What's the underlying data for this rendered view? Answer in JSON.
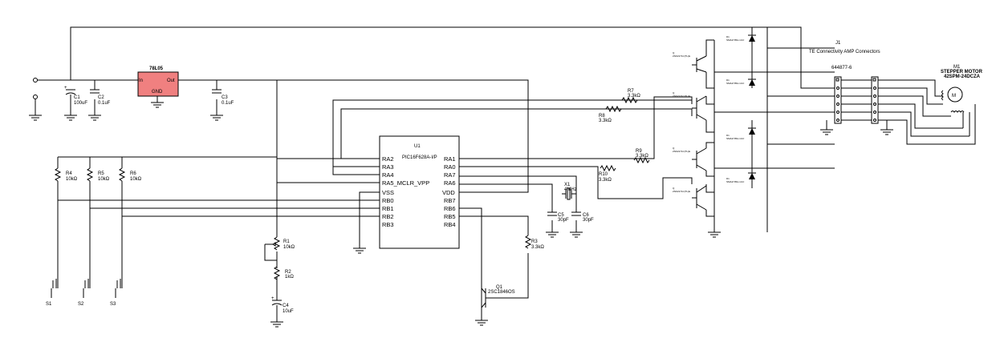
{
  "regulator": {
    "ref": "78L05",
    "in": "In",
    "out": "Out",
    "gnd": "GND",
    "fill": "#f08080"
  },
  "mcu": {
    "ref": "U1",
    "part": "PIC16F628A-I/P",
    "left_pins": [
      "RA2",
      "RA3",
      "RA4",
      "RA5_MCLR_VPP",
      "VSS",
      "RB0",
      "RB1",
      "RB2",
      "RB3"
    ],
    "right_pins": [
      "RA1",
      "RA0",
      "RA7",
      "RA6",
      "VDD",
      "RB7",
      "RB6",
      "RB5",
      "RB4"
    ]
  },
  "caps": {
    "C1": {
      "ref": "C1",
      "value": "100uF"
    },
    "C2": {
      "ref": "C2",
      "value": "0.1uF"
    },
    "C3": {
      "ref": "C3",
      "value": "0.1uF"
    },
    "C4": {
      "ref": "C4",
      "value": "10uF"
    },
    "C5": {
      "ref": "C5",
      "value": "30pF"
    },
    "C6": {
      "ref": "C6",
      "value": "30pF"
    }
  },
  "resistors": {
    "R1": {
      "ref": "R1",
      "value": "10kΩ"
    },
    "R2": {
      "ref": "R2",
      "value": "1kΩ"
    },
    "R3": {
      "ref": "R3",
      "value": "3.3kΩ"
    },
    "R4": {
      "ref": "R4",
      "value": "10kΩ"
    },
    "R5": {
      "ref": "R5",
      "value": "10kΩ"
    },
    "R6": {
      "ref": "R6",
      "value": "10kΩ"
    },
    "R7": {
      "ref": "R7",
      "value": "3.3kΩ"
    },
    "R8": {
      "ref": "R8",
      "value": "3.3kΩ"
    },
    "R9": {
      "ref": "R9",
      "value": "3.3kΩ"
    },
    "R10": {
      "ref": "R10",
      "value": "3.3kΩ"
    }
  },
  "crystal": {
    "ref": "X1",
    "value": "4MHz"
  },
  "transistor_q1": {
    "ref": "Q1",
    "part": "2SC1846OS"
  },
  "switches": [
    "S1",
    "S2",
    "S3"
  ],
  "connector": {
    "ref": "J1",
    "title": "TE Connectivity AMP Connectors",
    "part": "644877-6"
  },
  "motor": {
    "ref": "M1",
    "title": "STEPPER MOTOR",
    "part": "42SPM-24DCZA",
    "symbol": "M"
  },
  "driver_labels": {
    "diode_ref": "D1",
    "diode_part": "SMA4735A-13-F",
    "transistor_ref": "Q",
    "transistor_part": "2SD2171C(TL)E"
  }
}
